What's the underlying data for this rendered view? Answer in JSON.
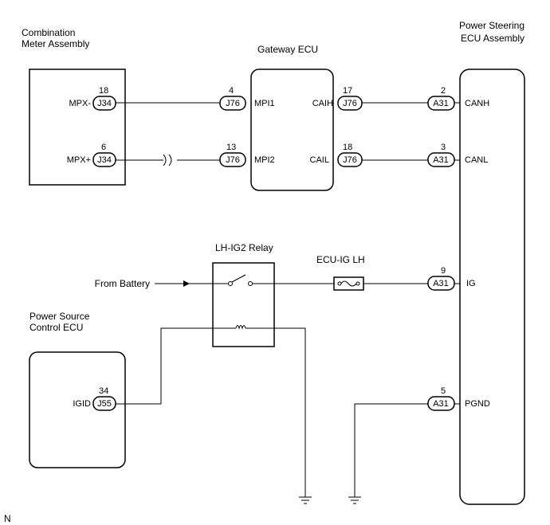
{
  "components": {
    "combination_meter": {
      "title_line1": "Combination",
      "title_line2": "Meter Assembly"
    },
    "gateway_ecu": {
      "title": "Gateway ECU"
    },
    "power_steering_ecu": {
      "title_line1": "Power Steering",
      "title_line2": "ECU Assembly"
    },
    "relay": {
      "title": "LH-IG2 Relay"
    },
    "power_source_ecu": {
      "title_line1": "Power Source",
      "title_line2": "Control ECU"
    },
    "fuse": {
      "label": "ECU-IG LH"
    },
    "battery": {
      "label": "From Battery"
    }
  },
  "connectors": {
    "meter_mpx_minus": {
      "pin": "18",
      "code": "J34",
      "signal": "MPX-"
    },
    "meter_mpx_plus": {
      "pin": "6",
      "code": "J34",
      "signal": "MPX+"
    },
    "gw_mpi1": {
      "pin": "4",
      "code": "J76",
      "signal": "MPI1"
    },
    "gw_mpi2": {
      "pin": "13",
      "code": "J76",
      "signal": "MPI2"
    },
    "gw_caih": {
      "pin": "17",
      "code": "J76",
      "signal": "CAIH"
    },
    "gw_cail": {
      "pin": "18",
      "code": "J76",
      "signal": "CAIL"
    },
    "ps_canh": {
      "pin": "2",
      "code": "A31",
      "signal": "CANH"
    },
    "ps_canl": {
      "pin": "3",
      "code": "A31",
      "signal": "CANL"
    },
    "ps_ig": {
      "pin": "9",
      "code": "A31",
      "signal": "IG"
    },
    "ps_pgnd": {
      "pin": "5",
      "code": "A31",
      "signal": "PGND"
    },
    "psc_igid": {
      "pin": "34",
      "code": "J55",
      "signal": "IGID"
    }
  },
  "footnote": "N"
}
